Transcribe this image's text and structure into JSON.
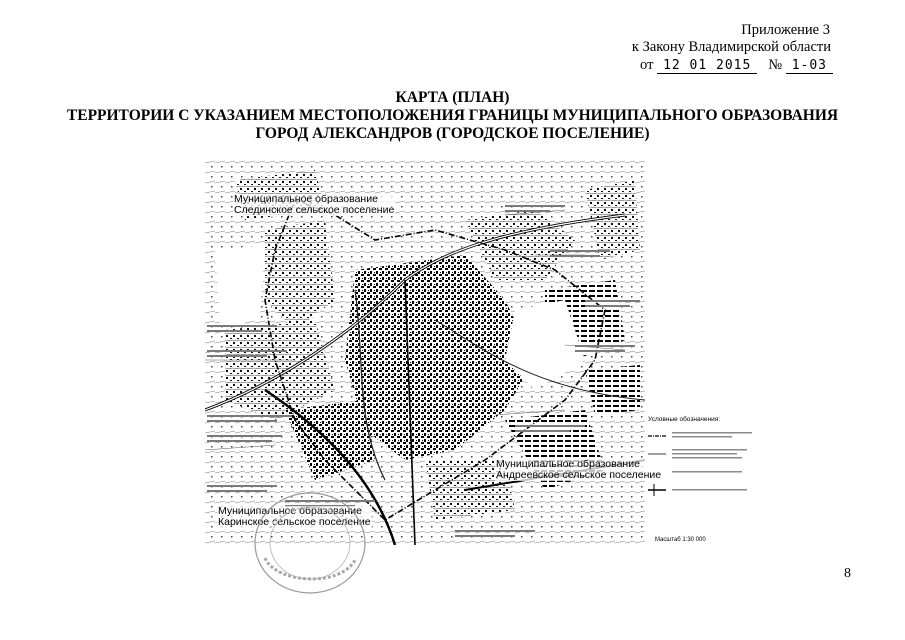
{
  "header": {
    "appendix": "Приложение 3",
    "law": "к Закону Владимирской области",
    "date_prefix": "от",
    "date": "12 01 2015",
    "number_sign": "№",
    "number": "1-03"
  },
  "title": {
    "line1": "КАРТА (ПЛАН)",
    "line2": "ТЕРРИТОРИИ С УКАЗАНИЕМ МЕСТОПОЛОЖЕНИЯ ГРАНИЦЫ МУНИЦИПАЛЬНОГО ОБРАЗОВАНИЯ",
    "line3": "ГОРОД АЛЕКСАНДРОВ (ГОРОДСКОЕ ПОСЕЛЕНИЕ)"
  },
  "map": {
    "captions": {
      "alex_1": "Муниципальное образование",
      "alex_2": "Слединское сельское поселение",
      "andr_1": "Муниципальное образование",
      "andr_2": "Андреевское сельское поселение",
      "kar_1": "Муниципальное образование",
      "kar_2": "Каринское сельское поселение"
    },
    "legend_title": "Условные обозначения:",
    "scale": "Масштаб 1:30 000"
  },
  "page_number": "8"
}
